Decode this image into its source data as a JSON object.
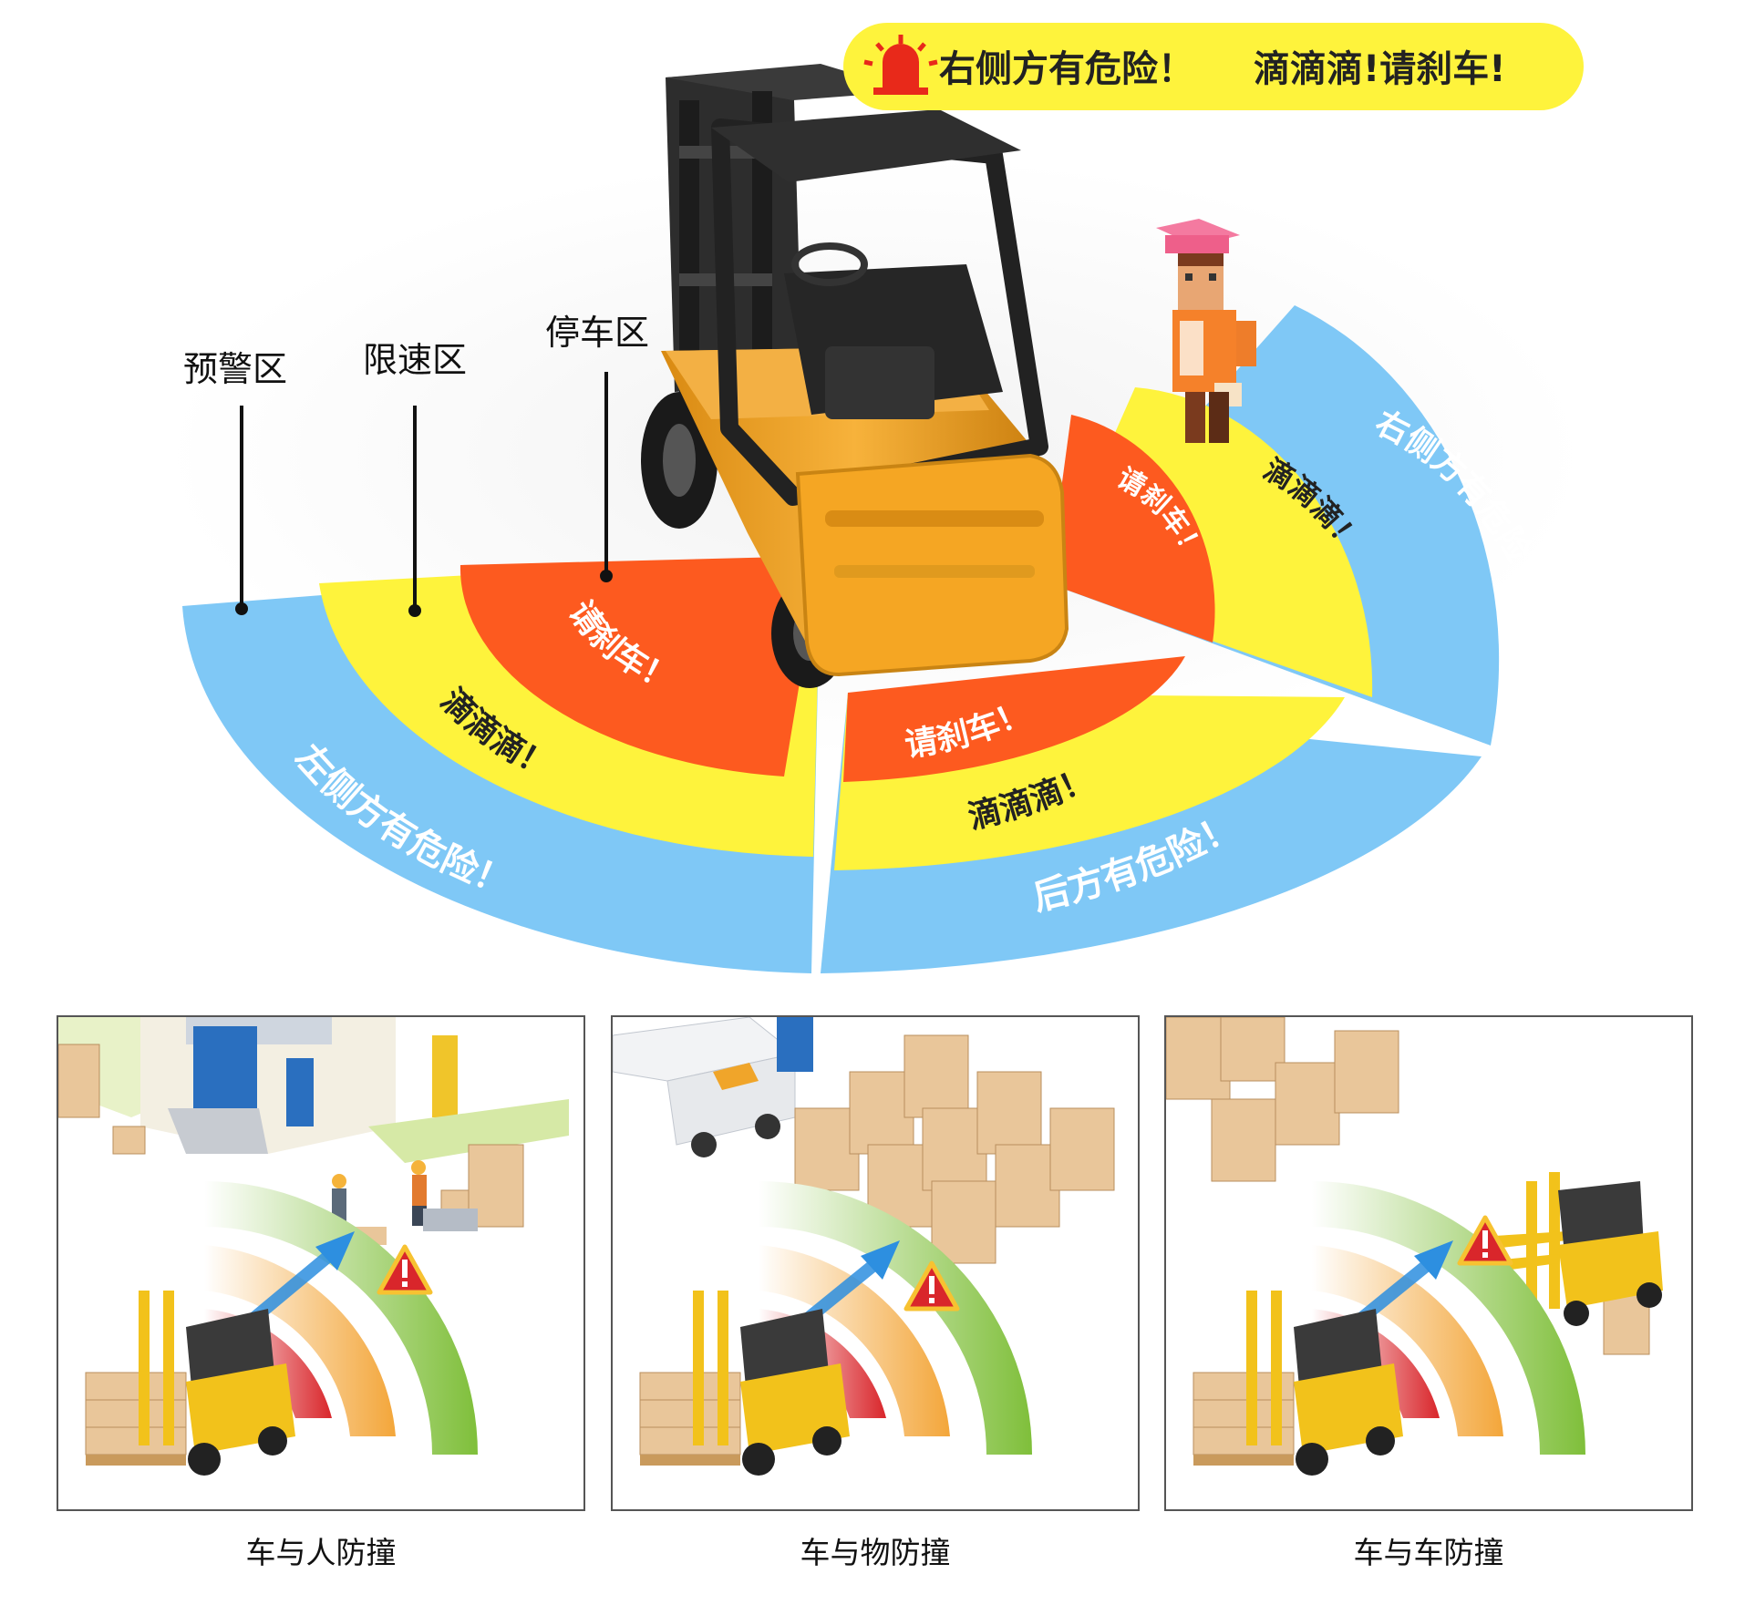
{
  "alert_banner": {
    "icon": "siren-icon",
    "message": "右侧方有危险！",
    "beep": "滴滴滴!请刹车!"
  },
  "zone_labels": {
    "warning": "预警区",
    "speed_limit": "限速区",
    "stop": "停车区"
  },
  "ring_texts": {
    "left_outer": "左侧方有危险！",
    "left_middle": "滴滴滴！",
    "left_inner": "请刹车！",
    "rear_outer": "后方有危险！",
    "rear_middle": "滴滴滴！",
    "rear_inner": "请刹车！",
    "right_outer": "右侧方有危险！",
    "right_middle": "滴滴滴！",
    "right_inner": "请刹车！"
  },
  "colors": {
    "warning_zone": "#7fc8f6",
    "speed_zone": "#fef33c",
    "stop_zone": "#fd5a1f",
    "banner": "#fef33c",
    "forklift": "#f5a623"
  },
  "panels": [
    {
      "caption": "车与人防撞"
    },
    {
      "caption": "车与物防撞"
    },
    {
      "caption": "车与车防撞"
    }
  ]
}
